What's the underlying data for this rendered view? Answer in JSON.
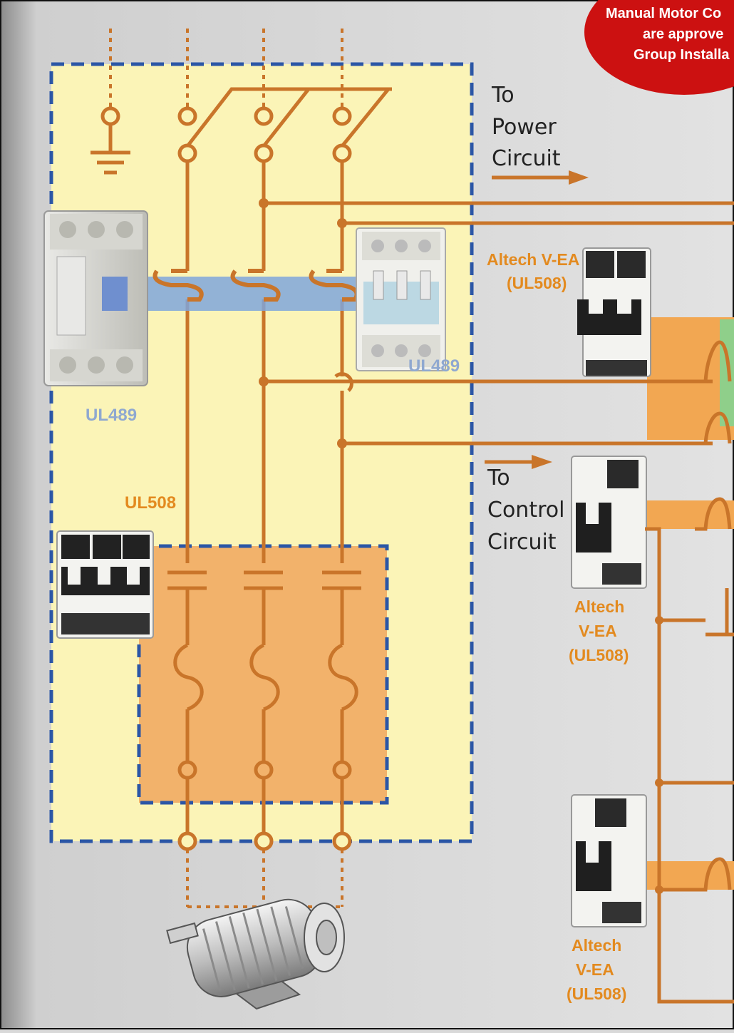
{
  "badge": {
    "line1": "Manual Motor Co",
    "line2": "are approve",
    "line3": "Group Installa",
    "color": "#cc1111"
  },
  "labels": {
    "to_power": [
      "To",
      "Power",
      "Circuit"
    ],
    "to_control": [
      "To",
      "Control",
      "Circuit"
    ],
    "ul489_left": "UL489",
    "ul489_right": "UL489",
    "ul508_left": "UL508",
    "altech_top": [
      "Altech V-EA",
      "(UL508)"
    ],
    "altech_mid": [
      "Altech",
      "V-EA",
      "(UL508)"
    ],
    "altech_bottom": [
      "Altech",
      "V-EA",
      "(UL508)"
    ]
  },
  "colors": {
    "wire": "#c9752a",
    "panel_yellow": "#fbf4b7",
    "panel_border": "#2b56a6",
    "contactor_fill": "#f2b26b",
    "band_blue": "#7fa6dc",
    "label_orange": "#e38a1f",
    "label_blue": "#8fa8d0",
    "label_dark": "#222222"
  }
}
